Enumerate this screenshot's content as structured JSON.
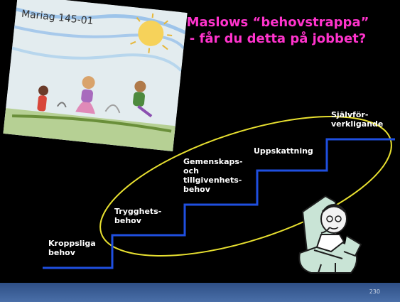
{
  "slide": {
    "title_line1": "Maslows “behovstrappa”",
    "title_line2": "- får du detta på jobbet?",
    "drawing_caption": "Mariag 145-01",
    "steps": [
      {
        "label": "Kroppsliga\nbehov"
      },
      {
        "label": "Trygghets-\nbehov"
      },
      {
        "label": "Gemenskaps-\noch\ntillgivenhets-\nbehov"
      },
      {
        "label": "Uppskattning"
      },
      {
        "label": "Självför-\nverkligande"
      }
    ],
    "slide_number": "230"
  },
  "colors": {
    "title": "#ff33cc",
    "stairs": "#1f4fe0",
    "ellipse": "#e8e030",
    "footer": "#3b5e98"
  },
  "icons": {
    "drawing": "child-drawing-illustration",
    "thinker": "thinking-man-clipart"
  }
}
